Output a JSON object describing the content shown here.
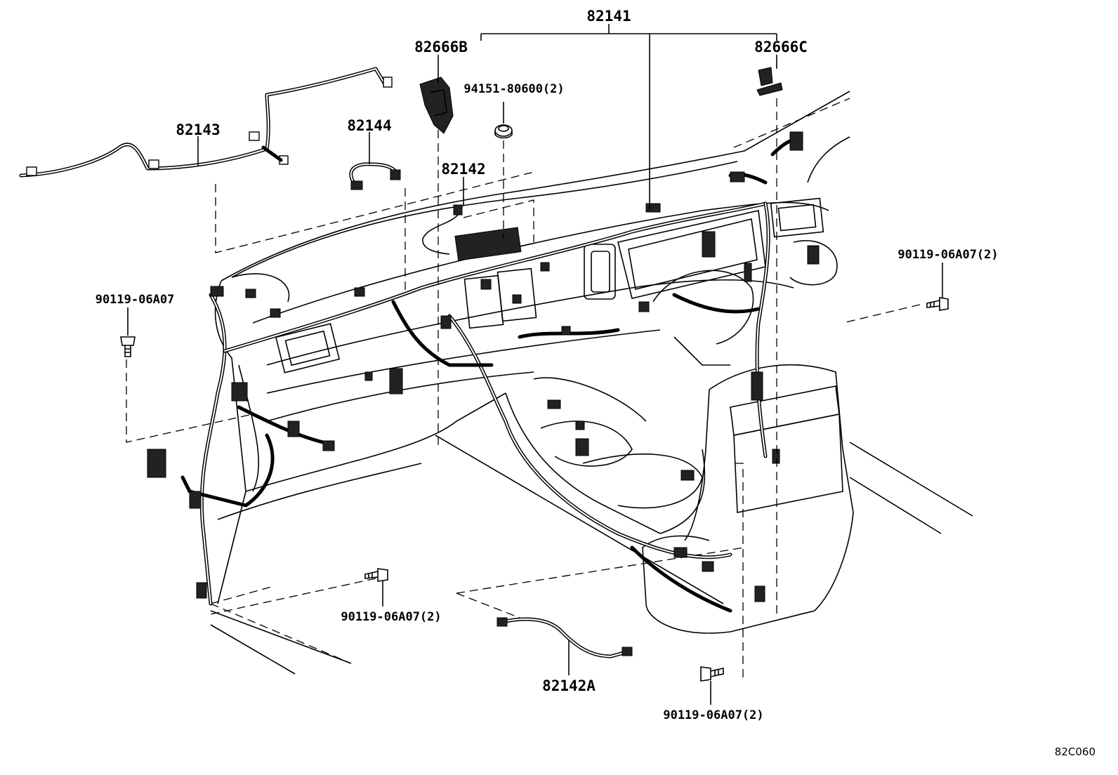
{
  "diagram": {
    "figure_code": "82C060",
    "labels": {
      "main_harness": "82141",
      "wire_82666b": "82666B",
      "wire_82666c": "82666C",
      "wire_82143": "82143",
      "wire_82144": "82144",
      "wire_82142": "82142",
      "wire_82142a": "82142A",
      "nut_94151": "94151-80600(2)",
      "bolt_left": "90119-06A07",
      "bolt_right": "90119-06A07(2)",
      "bolt_bottom_mid": "90119-06A07(2)",
      "bolt_bottom_right": "90119-06A07(2)"
    }
  }
}
